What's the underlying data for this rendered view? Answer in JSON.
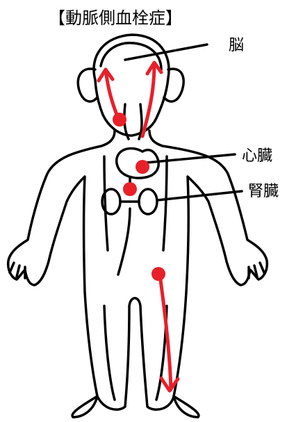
{
  "title": "【動脈側血栓症】",
  "labels": {
    "brain": "脳",
    "heart": "心臓",
    "kidney": "腎臓"
  },
  "colors": {
    "outline": "#000000",
    "marker": "#e8202a",
    "background": "#ffffff"
  }
}
